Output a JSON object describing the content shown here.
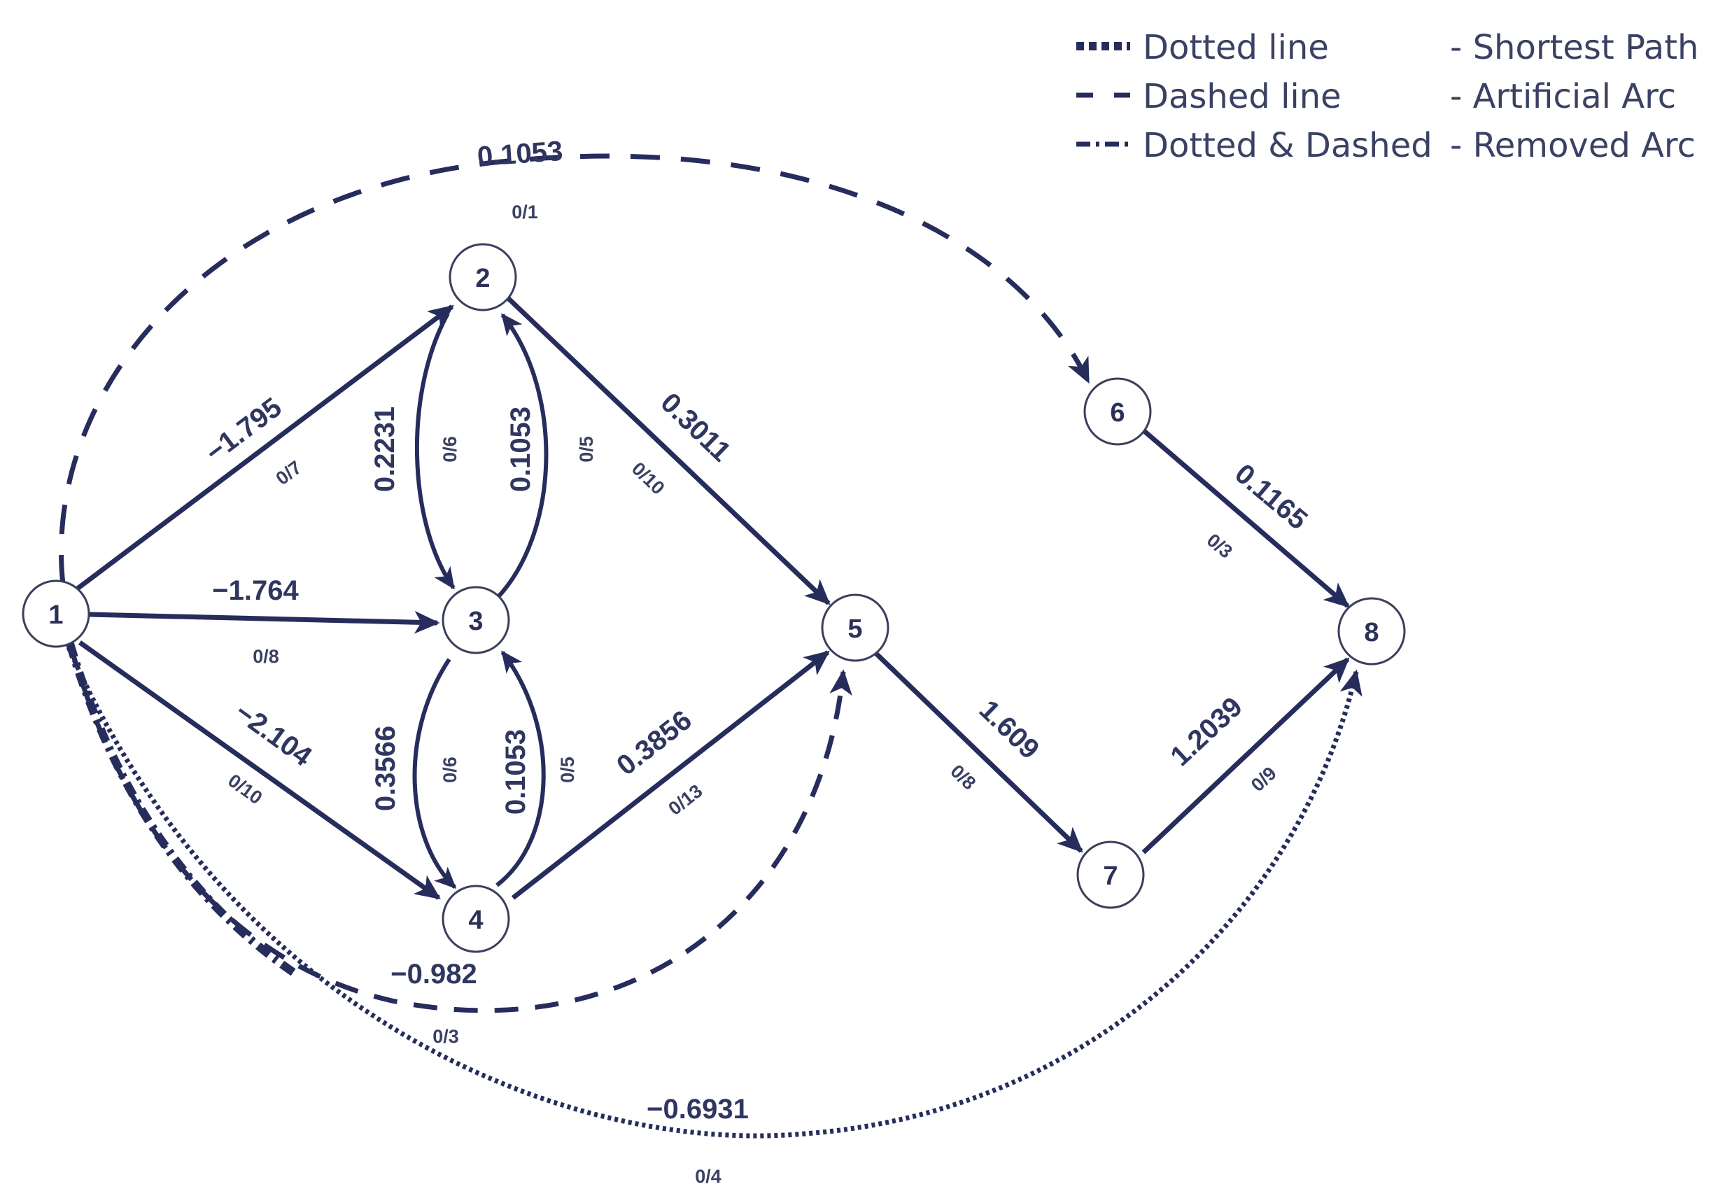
{
  "colors": {
    "ink": "#262d5c",
    "node_stroke": "#3a3f5c",
    "node_fill": "#ffffff"
  },
  "legend": [
    {
      "line": "Dotted line",
      "desc": "- Shortest Path",
      "style": "dotted"
    },
    {
      "line": "Dashed line",
      "desc": "- Artificial Arc",
      "style": "dashed"
    },
    {
      "line": "Dotted & Dashed",
      "desc": "- Removed Arc",
      "style": "dashdot"
    }
  ],
  "nodes": [
    "1",
    "2",
    "3",
    "4",
    "5",
    "6",
    "7",
    "8"
  ],
  "arcs": [
    {
      "id": "1-2",
      "from": "1",
      "to": "2",
      "weight": "−1.795",
      "capacity": "0/7",
      "style": "solid"
    },
    {
      "id": "1-3",
      "from": "1",
      "to": "3",
      "weight": "−1.764",
      "capacity": "0/8",
      "style": "solid"
    },
    {
      "id": "1-4",
      "from": "1",
      "to": "4",
      "weight": "−2.104",
      "capacity": "0/10",
      "style": "solid"
    },
    {
      "id": "2-3",
      "from": "2",
      "to": "3",
      "weight": "0.2231",
      "capacity": "0/6",
      "style": "solid"
    },
    {
      "id": "3-2",
      "from": "3",
      "to": "2",
      "weight": "0.1053",
      "capacity": "0/5",
      "style": "solid"
    },
    {
      "id": "3-4",
      "from": "3",
      "to": "4",
      "weight": "0.3566",
      "capacity": "0/6",
      "style": "solid"
    },
    {
      "id": "4-3",
      "from": "4",
      "to": "3",
      "weight": "0.1053",
      "capacity": "0/5",
      "style": "solid"
    },
    {
      "id": "2-5",
      "from": "2",
      "to": "5",
      "weight": "0.3011",
      "capacity": "0/10",
      "style": "solid"
    },
    {
      "id": "4-5",
      "from": "4",
      "to": "5",
      "weight": "0.3856",
      "capacity": "0/13",
      "style": "solid"
    },
    {
      "id": "5-7",
      "from": "5",
      "to": "7",
      "weight": "1.609",
      "capacity": "0/8",
      "style": "solid"
    },
    {
      "id": "6-8",
      "from": "6",
      "to": "8",
      "weight": "0.1165",
      "capacity": "0/3",
      "style": "solid"
    },
    {
      "id": "7-8",
      "from": "7",
      "to": "8",
      "weight": "1.2039",
      "capacity": "0/9",
      "style": "solid"
    },
    {
      "id": "1-6",
      "from": "1",
      "to": "6",
      "weight": "0.1053",
      "capacity": "0/1",
      "style": "dashed"
    },
    {
      "id": "1-5",
      "from": "1",
      "to": "5",
      "weight": "−0.982",
      "capacity": "0/3",
      "style": "dashdot"
    },
    {
      "id": "1-8",
      "from": "1",
      "to": "8",
      "weight": "−0.6931",
      "capacity": "0/4",
      "style": "dotted"
    }
  ]
}
